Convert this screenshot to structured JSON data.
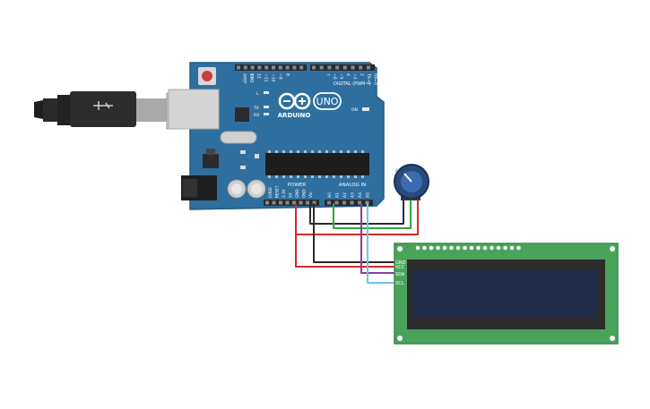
{
  "arduino": {
    "logo_brand": "ARDUINO",
    "logo_model": "UNO",
    "digital_header": "DIGITAL (PWM~)",
    "power_header": "POWER",
    "analog_header": "ANALOG IN",
    "led_l": "L",
    "led_tx": "TX",
    "led_rx": "RX",
    "led_on": "ON",
    "top_pins": [
      "AREF",
      "GND",
      "13",
      "12",
      "~11",
      "~10",
      "~9",
      "8",
      "7",
      "~6",
      "~5",
      "4",
      "~3",
      "2",
      "TX→1",
      "RX←0"
    ],
    "power_pins": [
      "IOREF",
      "RESET",
      "3.3V",
      "5V",
      "GND",
      "GND",
      "Vin"
    ],
    "analog_pins": [
      "A0",
      "A1",
      "A2",
      "A3",
      "A4",
      "A5"
    ]
  },
  "lcd": {
    "pin_labels": [
      "GND",
      "VCC",
      "SDA",
      "SCL"
    ]
  },
  "colors": {
    "board": "#2f6f9f",
    "board_edge": "#245a82",
    "lcd_pcb": "#4aa35a",
    "lcd_screen": "#1f2b48",
    "wire_red": "#d42a2a",
    "wire_black": "#2b2b2b",
    "wire_green": "#2fa83a",
    "wire_purple": "#8e3aa6",
    "wire_cyan": "#6ec6df"
  }
}
